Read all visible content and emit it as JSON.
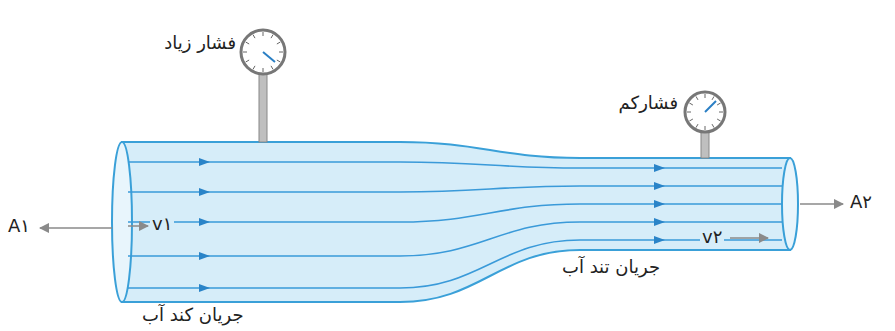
{
  "diagram": {
    "labels": [
      "فشار زیاد",
      "فشارکم",
      "A۱",
      "v۱",
      "v۲",
      "A۲",
      "جریان کند آب",
      "جریان تند آب"
    ]
  }
}
